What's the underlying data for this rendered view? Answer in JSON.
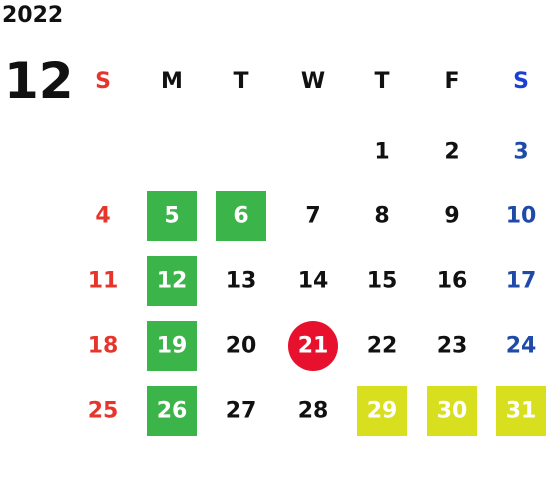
{
  "calendar": {
    "year": "2022",
    "month": "12",
    "weekdays": [
      "S",
      "M",
      "T",
      "W",
      "T",
      "F",
      "S"
    ],
    "colors": {
      "sunday": "#e8352c",
      "saturday": "#1f4aa8",
      "saturday_header": "#1a3fd6",
      "weekday": "#111111",
      "closed_green": "#3bb44a",
      "today_red": "#e8112d",
      "holiday_yellow": "#d7df1f",
      "highlight_text": "#ffffff"
    },
    "weeks": [
      [
        null,
        null,
        null,
        null,
        1,
        2,
        3
      ],
      [
        4,
        5,
        6,
        7,
        8,
        9,
        10
      ],
      [
        11,
        12,
        13,
        14,
        15,
        16,
        17
      ],
      [
        18,
        19,
        20,
        21,
        22,
        23,
        24
      ],
      [
        25,
        26,
        27,
        28,
        29,
        30,
        31
      ]
    ],
    "highlights": {
      "5": "closed_green",
      "6": "closed_green",
      "12": "closed_green",
      "19": "closed_green",
      "26": "closed_green",
      "21": "today_red",
      "29": "holiday_yellow",
      "30": "holiday_yellow",
      "31": "holiday_yellow"
    }
  }
}
